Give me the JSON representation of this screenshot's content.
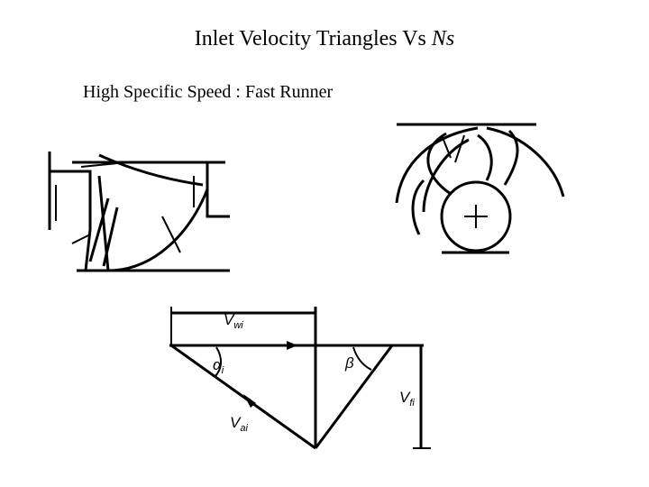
{
  "slide": {
    "title_main": "Inlet Velocity Triangles Vs",
    "title_italic": "Ns",
    "subtitle": "High Specific Speed : Fast Runner"
  },
  "triangle": {
    "vw_label": "V",
    "vw_sub": "wi",
    "va_label": "V",
    "va_sub": "ai",
    "vf_label": "V",
    "vf_sub": "fi",
    "alpha_label": "α",
    "alpha_sub": "i",
    "beta_label": "β"
  }
}
